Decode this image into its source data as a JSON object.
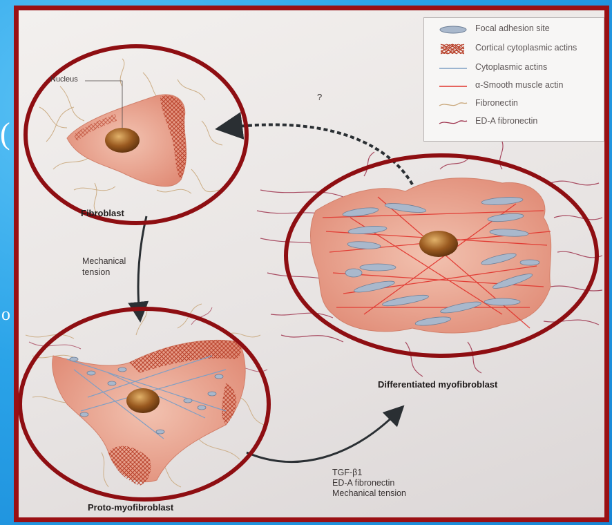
{
  "side_glyphs": {
    "upper": "(",
    "lower": "o"
  },
  "legend": {
    "items": [
      {
        "label": "Focal adhesion site",
        "icon": "focal-adhesion-swatch",
        "color": "#a9b8cc"
      },
      {
        "label": "Cortical cytoplasmic actins",
        "icon": "cortical-actin-swatch",
        "color": "#b9442e"
      },
      {
        "label": "Cytoplasmic actins",
        "icon": "cytoplasmic-actin-swatch",
        "color": "#7f9fc4"
      },
      {
        "label": "α-Smooth muscle actin",
        "icon": "smooth-muscle-actin-swatch",
        "color": "#e1332c"
      },
      {
        "label": "Fibronectin",
        "icon": "fibronectin-swatch",
        "color": "#c8a679"
      },
      {
        "label": "ED-A fibronectin",
        "icon": "eda-fibronectin-swatch",
        "color": "#9c2f4a"
      }
    ]
  },
  "labels": {
    "nucleus": "Nucleus",
    "fibroblast": "Fibroblast",
    "mechanical_tension_line1": "Mechanical",
    "mechanical_tension_line2": "tension",
    "question": "?",
    "differentiated": "Differentiated myofibroblast",
    "proto": "Proto-myofibroblast",
    "tgf": "TGF-β1",
    "eda": "ED-A fibronectin",
    "mech_tension": "Mechanical tension"
  },
  "colors": {
    "frame": "#9a1014",
    "highlight_ring": "#8e0e12",
    "cell_body": "#e8a08c",
    "nucleus": "#8a4f1a",
    "arrow": "#2a2f33"
  }
}
